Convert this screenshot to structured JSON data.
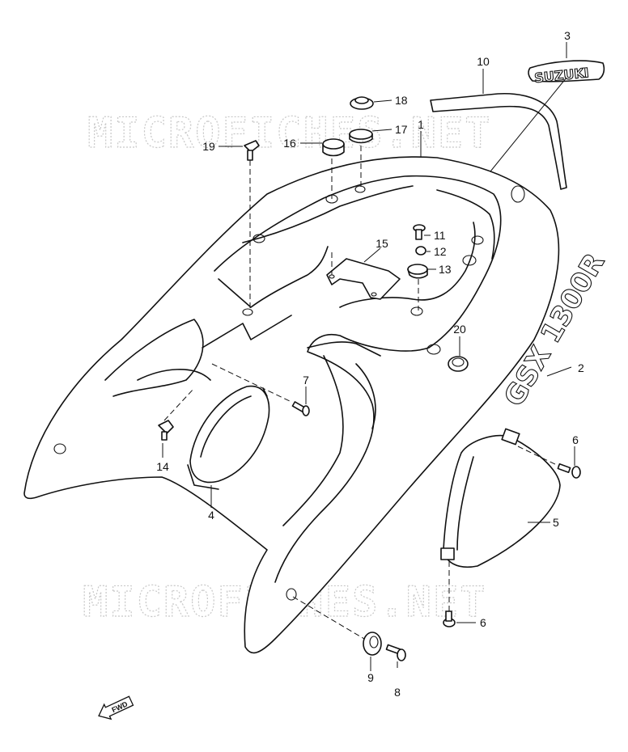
{
  "watermark": "MICROFICHES.NET",
  "decal_brand": "SUZUKI",
  "decal_model": "GSX 1300R",
  "fwd_label": "FWD",
  "callouts": {
    "c1": "1",
    "c2": "2",
    "c3": "3",
    "c4": "4",
    "c5": "5",
    "c6a": "6",
    "c6b": "6",
    "c7": "7",
    "c8": "8",
    "c9": "9",
    "c10": "10",
    "c11": "11",
    "c12": "12",
    "c13": "13",
    "c14": "14",
    "c15": "15",
    "c16": "16",
    "c17": "17",
    "c18": "18",
    "c19": "19",
    "c20": "20"
  }
}
